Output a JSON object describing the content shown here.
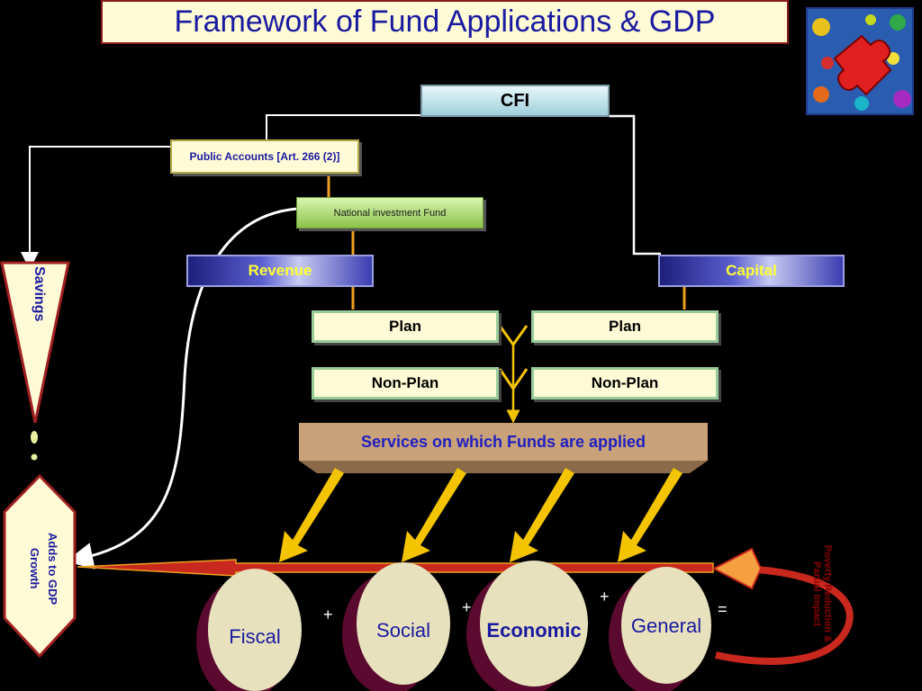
{
  "title": "Framework of Fund Applications & GDP",
  "boxes": {
    "cfi": "CFI",
    "public_accounts": "Public Accounts [Art. 266 (2)]",
    "nif": "National investment Fund",
    "revenue": "Revenue",
    "capital": "Capital",
    "plan_left": "Plan",
    "plan_right": "Plan",
    "nonplan_left": "Non-Plan",
    "nonplan_right": "Non-Plan",
    "services": "Services on which Funds are applied"
  },
  "savings": "Savings",
  "gdp": "Adds to GDP Growth",
  "circles": [
    "Fiscal",
    "Social",
    "Economic",
    "General"
  ],
  "operators": [
    "+",
    "+",
    "+",
    "="
  ],
  "poverty": "Poverty Reduction & Partial Impact",
  "colors": {
    "title_text": "#1a1aa0",
    "arrow_yellow": "#f5c400",
    "connector_orange": "#f0a020",
    "red_arrow": "#c8281e",
    "circle_fill": "#e7e2bd",
    "circle_shadow": "#5a0a2e"
  }
}
